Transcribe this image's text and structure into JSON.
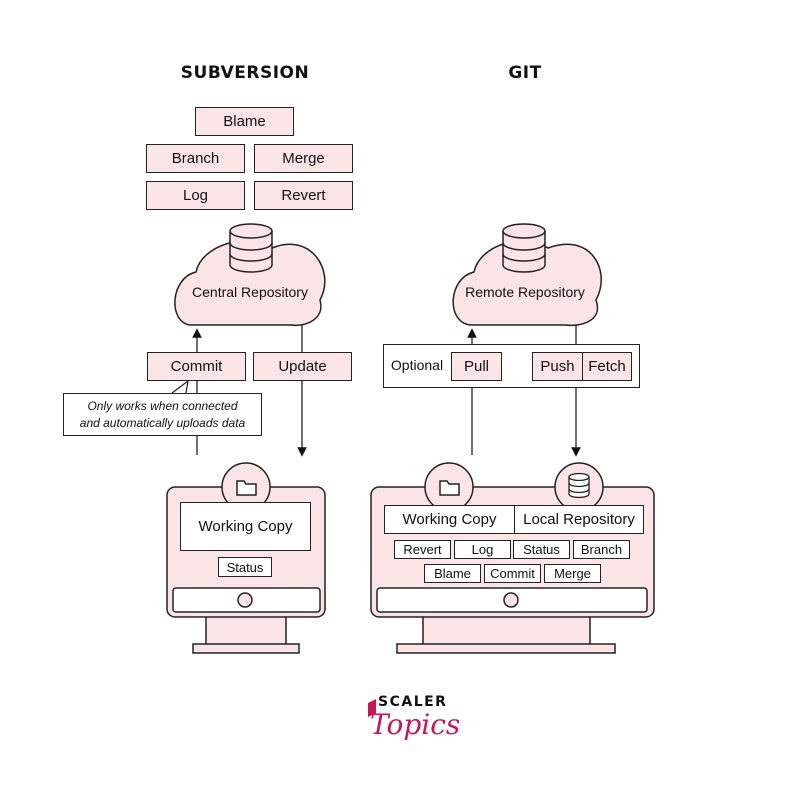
{
  "svn": {
    "title": "SUBVERSION",
    "commands": {
      "blame": "Blame",
      "branch": "Branch",
      "merge": "Merge",
      "log": "Log",
      "revert": "Revert"
    },
    "repository": "Central Repository",
    "commit": "Commit",
    "update": "Update",
    "note_line1": "Only works when connected",
    "note_line2": "and automatically uploads data",
    "working_copy": "Working Copy",
    "status": "Status"
  },
  "git": {
    "title": "GIT",
    "repository": "Remote Repository",
    "optional": "Optional",
    "pull": "Pull",
    "push": "Push",
    "fetch": "Fetch",
    "working_copy": "Working Copy",
    "local_repository": "Local Repository",
    "commands": {
      "revert": "Revert",
      "log": "Log",
      "status": "Status",
      "branch": "Branch",
      "blame": "Blame",
      "commit": "Commit",
      "merge": "Merge"
    }
  },
  "brand": {
    "line1": "SCALER",
    "line2": "Topics"
  },
  "colors": {
    "pink": "#fbe4e6",
    "brand": "#c2185b"
  }
}
